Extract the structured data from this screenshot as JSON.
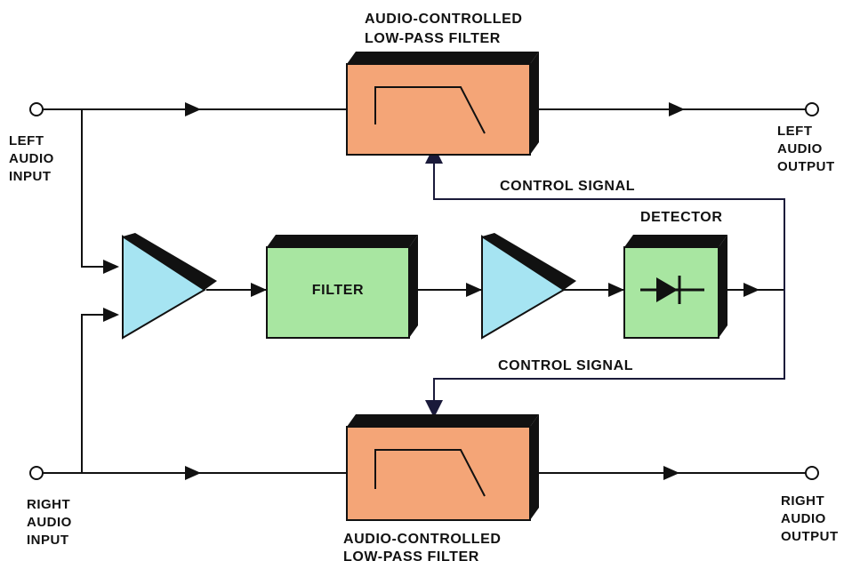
{
  "blocks": {
    "top_filter": {
      "title_line1": "AUDIO-CONTROLLED",
      "title_line2": "LOW-PASS FILTER"
    },
    "bottom_filter": {
      "title_line1": "AUDIO-CONTROLLED",
      "title_line2": "LOW-PASS FILTER"
    },
    "filter": {
      "label": "FILTER"
    },
    "detector": {
      "label": "DETECTOR"
    }
  },
  "ports": {
    "left_input": {
      "line1": "LEFT",
      "line2": "AUDIO",
      "line3": "INPUT"
    },
    "right_input": {
      "line1": "RIGHT",
      "line2": "AUDIO",
      "line3": "INPUT"
    },
    "left_output": {
      "line1": "LEFT",
      "line2": "AUDIO",
      "line3": "OUTPUT"
    },
    "right_output": {
      "line1": "RIGHT",
      "line2": "AUDIO",
      "line3": "OUTPUT"
    }
  },
  "signals": {
    "control_top": "CONTROL SIGNAL",
    "control_bottom": "CONTROL SIGNAL"
  },
  "colors": {
    "filter_block": "#f4a577",
    "green_block": "#a8e6a1",
    "amplifier": "#a6e4f2",
    "shadow": "#111111",
    "wire": "#111111"
  }
}
